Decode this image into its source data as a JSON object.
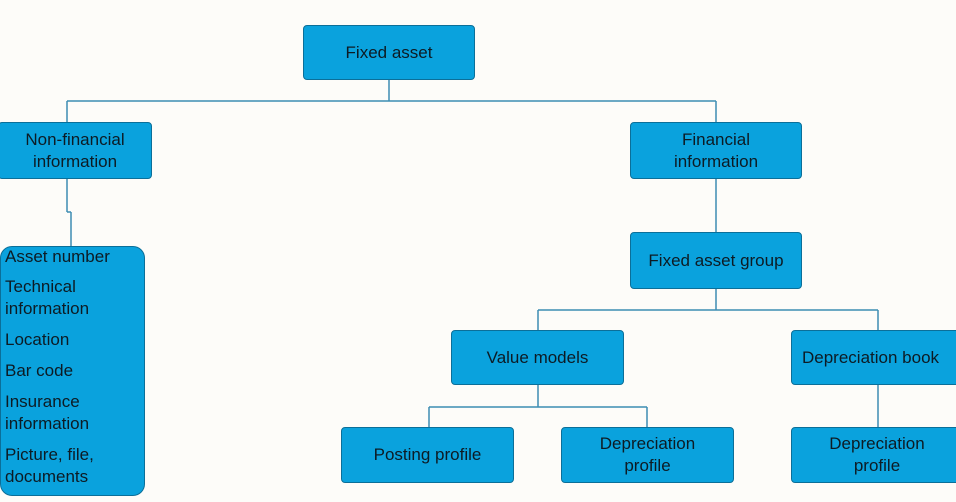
{
  "diagram": {
    "root": "Fixed asset",
    "non_financial": "Non-financial information",
    "financial": "Financial information",
    "fixed_asset_group": "Fixed asset group",
    "value_models": "Value models",
    "depreciation_book": "Depreciation book",
    "posting_profile": "Posting profile",
    "depreciation_profile_1": "Depreciation profile",
    "depreciation_profile_2": "Depreciation profile",
    "non_financial_items": [
      "Asset number",
      "Technical information",
      "Location",
      "Bar code",
      "Insurance information",
      "Picture, file, documents"
    ]
  },
  "colors": {
    "box_fill": "#0aa2dd",
    "box_border": "#0b6f99",
    "connector": "#3d8db3"
  }
}
